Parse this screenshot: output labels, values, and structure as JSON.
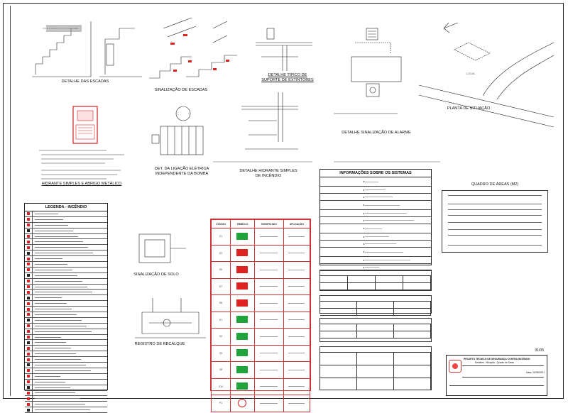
{
  "drawings": {
    "stairs": "DETALHE DAS ESCADAS",
    "stairs_signage": "SINALIZAÇÃO DE ESCADAS",
    "extinguisher_support": "DETALHE TÍPICO DE\nSUPORTE DE EXTINTORES",
    "alarm_signage": "DETALHE SINALIZAÇÃO DE ALARME",
    "site_plan": "PLANTA DE SITUAÇÃO",
    "hydrant_cabinet": "HIDRANTE SIMPLES E ABRIGO METÁLICO",
    "pump_electrical": "DET. DA LIGAÇÃO ELÉTRICA\nINDEPENDENTE DA BOMBA",
    "simple_hydrant": "DETALHE HIDRANTE SIMPLES\nDE INCÊNDIO",
    "floor_signage": "SINALIZAÇÃO DE SOLO",
    "recalque": "REGISTRO DE RECALQUE"
  },
  "site_labels": {
    "local": "LOCAL"
  },
  "legend": {
    "title": "LEGENDA - INCÊNDIO"
  },
  "signs_table": {
    "headers": [
      "CÓDIGO",
      "SÍMBOLO",
      "SIGNIFICADO",
      "APLICAÇÃO"
    ],
    "codes": [
      "C1",
      "E2",
      "E5",
      "E7",
      "E8",
      "E1",
      "S2",
      "S3",
      "S8",
      "S14",
      "P1"
    ]
  },
  "systems": {
    "title": "INFORMAÇÕES SOBRE OS SISTEMAS"
  },
  "areas": {
    "title": "QUADRO DE ÁREAS (M2)"
  },
  "titleblock": {
    "sheet": "01/05",
    "project": "PROJETO TÉCNICO DE SEGURANÇA CONTRA INCÊNDIO",
    "subtitle": "Detalhes - Situação - Quadro de Áreas",
    "date": "Data: 22/05/2021"
  },
  "colors": {
    "fire_red": "#d22222",
    "sign_green": "#1fa33a",
    "line": "#222222"
  }
}
